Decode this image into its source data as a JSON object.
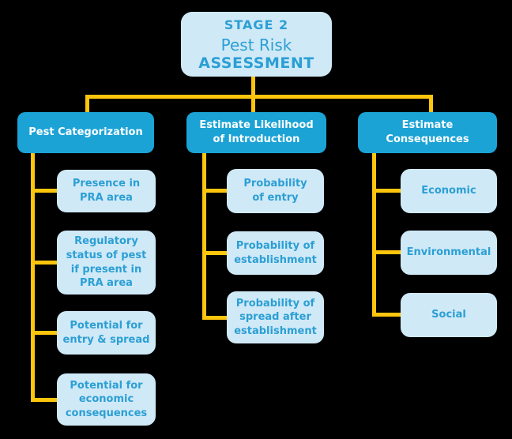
{
  "diagram": {
    "root": {
      "stage": "STAGE 2",
      "title": "Pest Risk",
      "subtitle": "ASSESSMENT"
    },
    "branches": [
      {
        "label": "Pest Categorization",
        "children": [
          "Presence in\nPRA area",
          "Regulatory\nstatus of pest\nif present in\nPRA area",
          "Potential for\nentry & spread",
          "Potential for\neconomic\nconsequences"
        ]
      },
      {
        "label": "Estimate Likelihood\nof Introduction",
        "children": [
          "Probability\nof entry",
          "Probability of\nestablishment",
          "Probability of\nspread after\nestablishment"
        ]
      },
      {
        "label": "Estimate\nConsequences",
        "children": [
          "Economic",
          "Environmental",
          "Social"
        ]
      }
    ],
    "colors": {
      "background": "#000000",
      "root_box": "#cfe9f7",
      "branch_header": "#1ba3d6",
      "leaf_box": "#d0e9f7",
      "connector": "#fdc60d",
      "text_blue": "#2b9fd4",
      "text_white": "#ffffff"
    }
  }
}
